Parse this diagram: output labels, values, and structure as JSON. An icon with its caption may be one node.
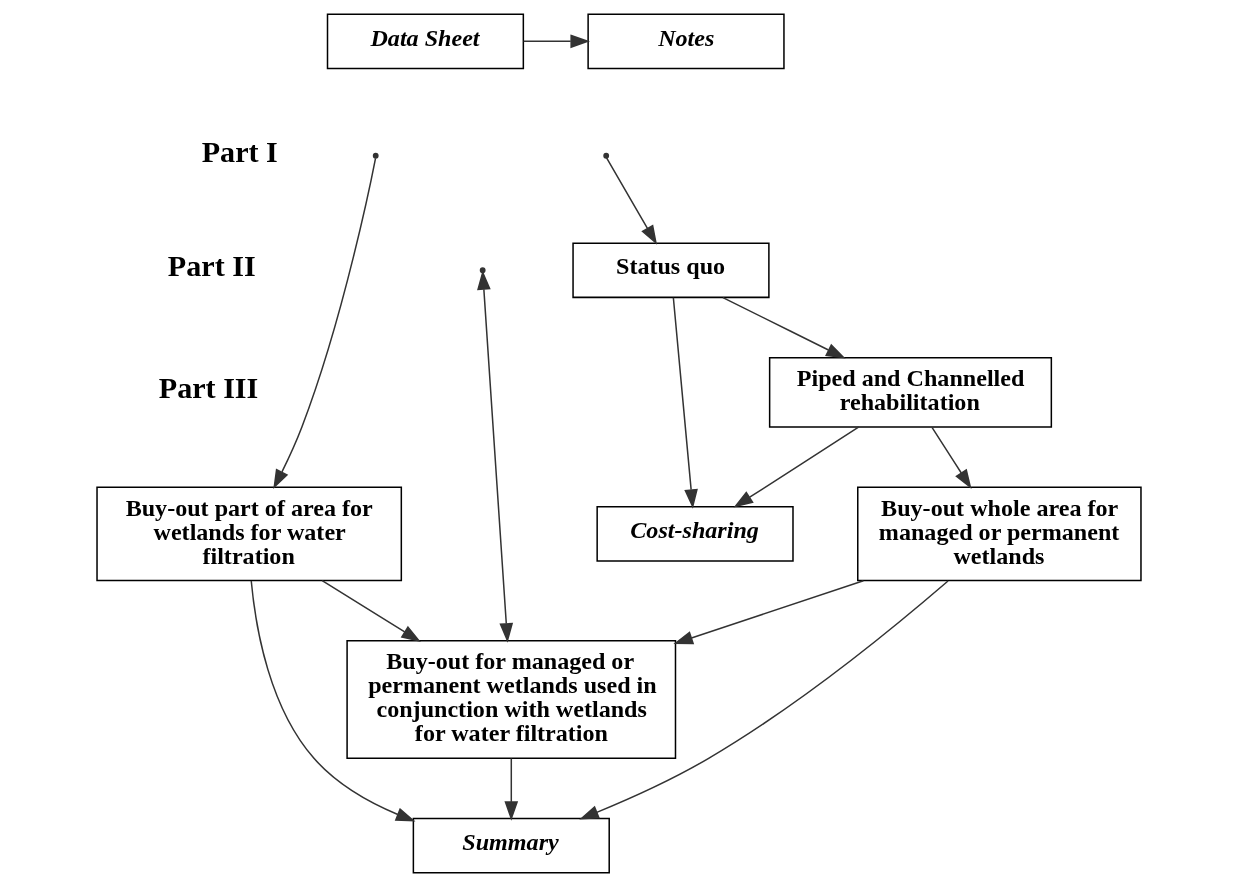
{
  "diagram": {
    "nodes": [
      {
        "text": [
          "Data Sheet"
        ]
      },
      {
        "text": [
          "Notes"
        ]
      },
      {
        "text": [
          "Cost-sharing"
        ]
      },
      {
        "text": [
          "Status quo"
        ]
      },
      {
        "text": [
          "Piped and Channelled rehabilitation"
        ]
      },
      {
        "text": [
          "Buy-out whole area for managed or permanent wetlands"
        ]
      },
      {
        "text": [
          "Buy-out part of area for wetlands for water filtration"
        ]
      },
      {
        "text": [
          "Buy-out for managed or permanent wetlands used in conjunction with wetlands for water filtration"
        ]
      },
      {
        "text": [
          "Summary"
        ]
      }
    ],
    "edges": [
      {
        "from": 0,
        "to": 1,
        "arrow": "to"
      },
      {
        "from": null,
        "to": 6,
        "arrow": "to"
      },
      {
        "from": null,
        "to": 3,
        "arrow": "to"
      },
      {
        "from": null,
        "to": 7,
        "arrow": "both"
      },
      {
        "from": 3,
        "to": 2,
        "arrow": "to"
      },
      {
        "from": 4,
        "to": 2,
        "arrow": "to"
      },
      {
        "from": 3,
        "to": 4,
        "arrow": "to"
      },
      {
        "from": 4,
        "to": 5,
        "arrow": "to"
      },
      {
        "from": 5,
        "to": 7,
        "arrow": "to"
      },
      {
        "from": 5,
        "to": 8,
        "arrow": "to"
      },
      {
        "from": 6,
        "to": 7,
        "arrow": "to"
      },
      {
        "from": 6,
        "to": 8,
        "arrow": "to"
      },
      {
        "from": 7,
        "to": 8,
        "arrow": "to"
      }
    ],
    "labels": [
      "Part I",
      "Part II",
      "Part III"
    ]
  }
}
